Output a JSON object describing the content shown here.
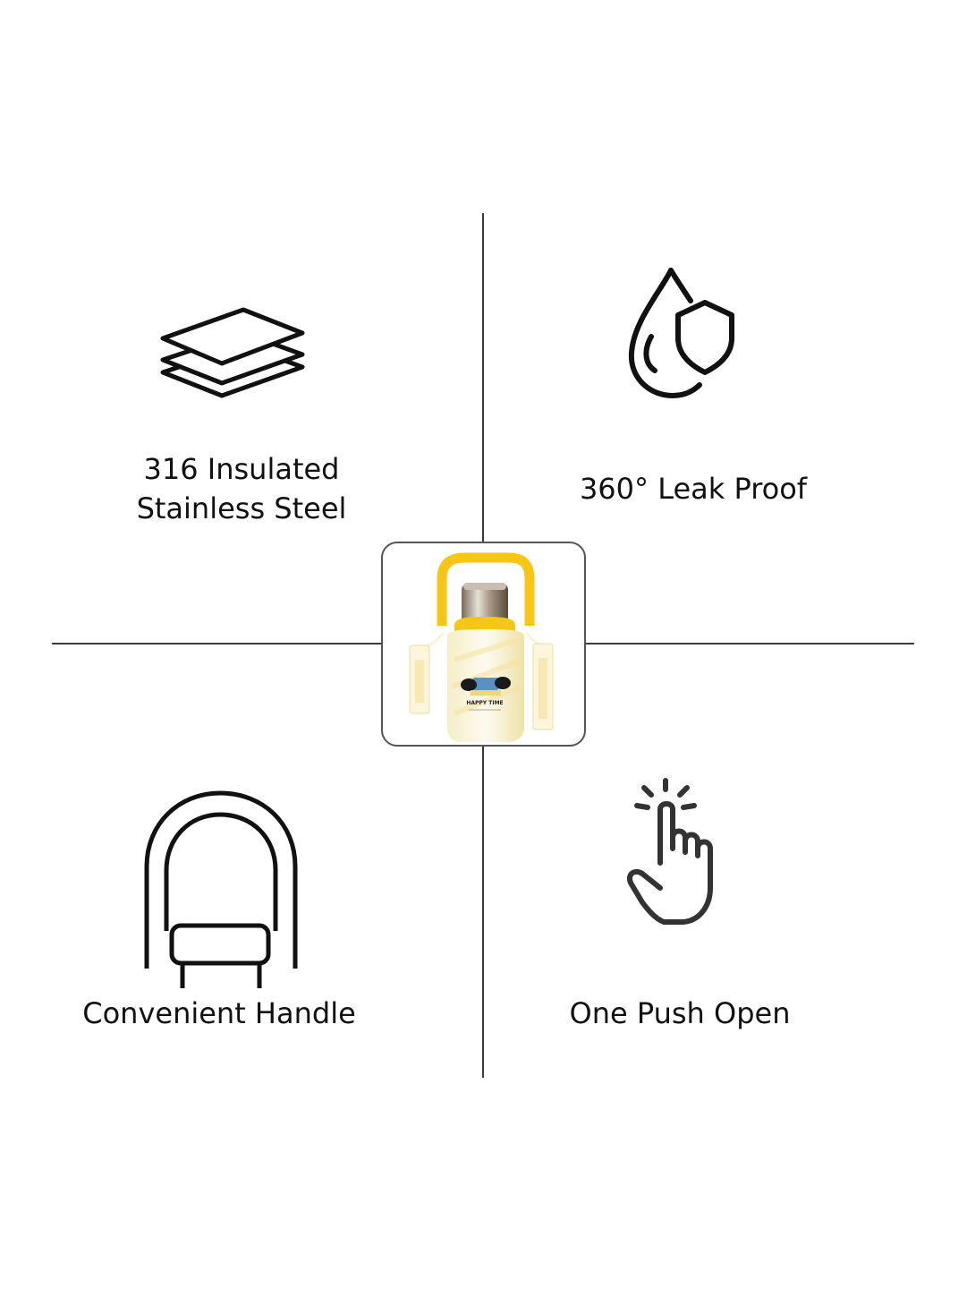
{
  "features": [
    {
      "key": "steel",
      "icon": "stacked-sheets-icon",
      "label_lines": [
        "316 Insulated",
        "Stainless Steel"
      ]
    },
    {
      "key": "leak",
      "icon": "water-drop-shield-icon",
      "label_lines": [
        "360° Leak Proof"
      ]
    },
    {
      "key": "handle",
      "icon": "handle-icon",
      "label_lines": [
        "Convenient Handle"
      ]
    },
    {
      "key": "push",
      "icon": "tap-hand-icon",
      "label_lines": [
        "One Push Open"
      ]
    }
  ],
  "product": {
    "image": "yellow-kids-water-bottle",
    "print_text": "HAPPY TIME"
  },
  "colors": {
    "background": "#ffffff",
    "text": "#111111",
    "divider": "#3a3a3a",
    "bottle_yellow": "#f5c518",
    "bottle_cream": "#fbf6dd"
  }
}
